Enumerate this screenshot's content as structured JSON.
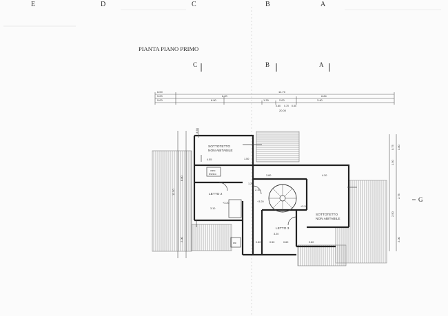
{
  "title": "PIANTA PIANO PRIMO",
  "top_axis_letters": [
    "E",
    "D",
    "C",
    "B",
    "A"
  ],
  "section_letters": [
    "C",
    "B",
    "A"
  ],
  "side_letter": "G",
  "rooms": {
    "sottotetto_left": [
      "SOTTOTETTO",
      "NON ABITABILE"
    ],
    "sottotetto_right": [
      "SOTTOTETTO",
      "NON ABITABILE"
    ],
    "letto_2": "LETTO 2",
    "letto_3": "LETTO 3",
    "wc": "wc",
    "armadio": [
      "vano",
      "tecnico"
    ]
  },
  "dimensions": {
    "top_row1": [
      "6.00",
      "14.70"
    ],
    "top_row2": [
      "5.00",
      "6.20",
      "6.84"
    ],
    "top_row3": [
      "5.00",
      "6.00",
      "1.30",
      "2.00",
      "3.40"
    ],
    "top_row3_sub": [
      "0.80",
      "0.70",
      "0.50"
    ],
    "top_total": "20.00",
    "inner": [
      "4.55",
      "3.80",
      "4.30",
      "3.10",
      "3.20",
      "1.50",
      "2.10",
      "1.20",
      "0.80",
      "2.80",
      "0.60",
      "0.50"
    ],
    "levels": [
      "+3.20",
      "+3.20",
      "+3.20"
    ],
    "left_vertical": [
      "3.50",
      "8.80",
      "11.50",
      "2.00"
    ],
    "right_vertical": [
      "3.80",
      "0.75",
      "1.50",
      "2.75",
      "2.50",
      "2.00"
    ]
  }
}
